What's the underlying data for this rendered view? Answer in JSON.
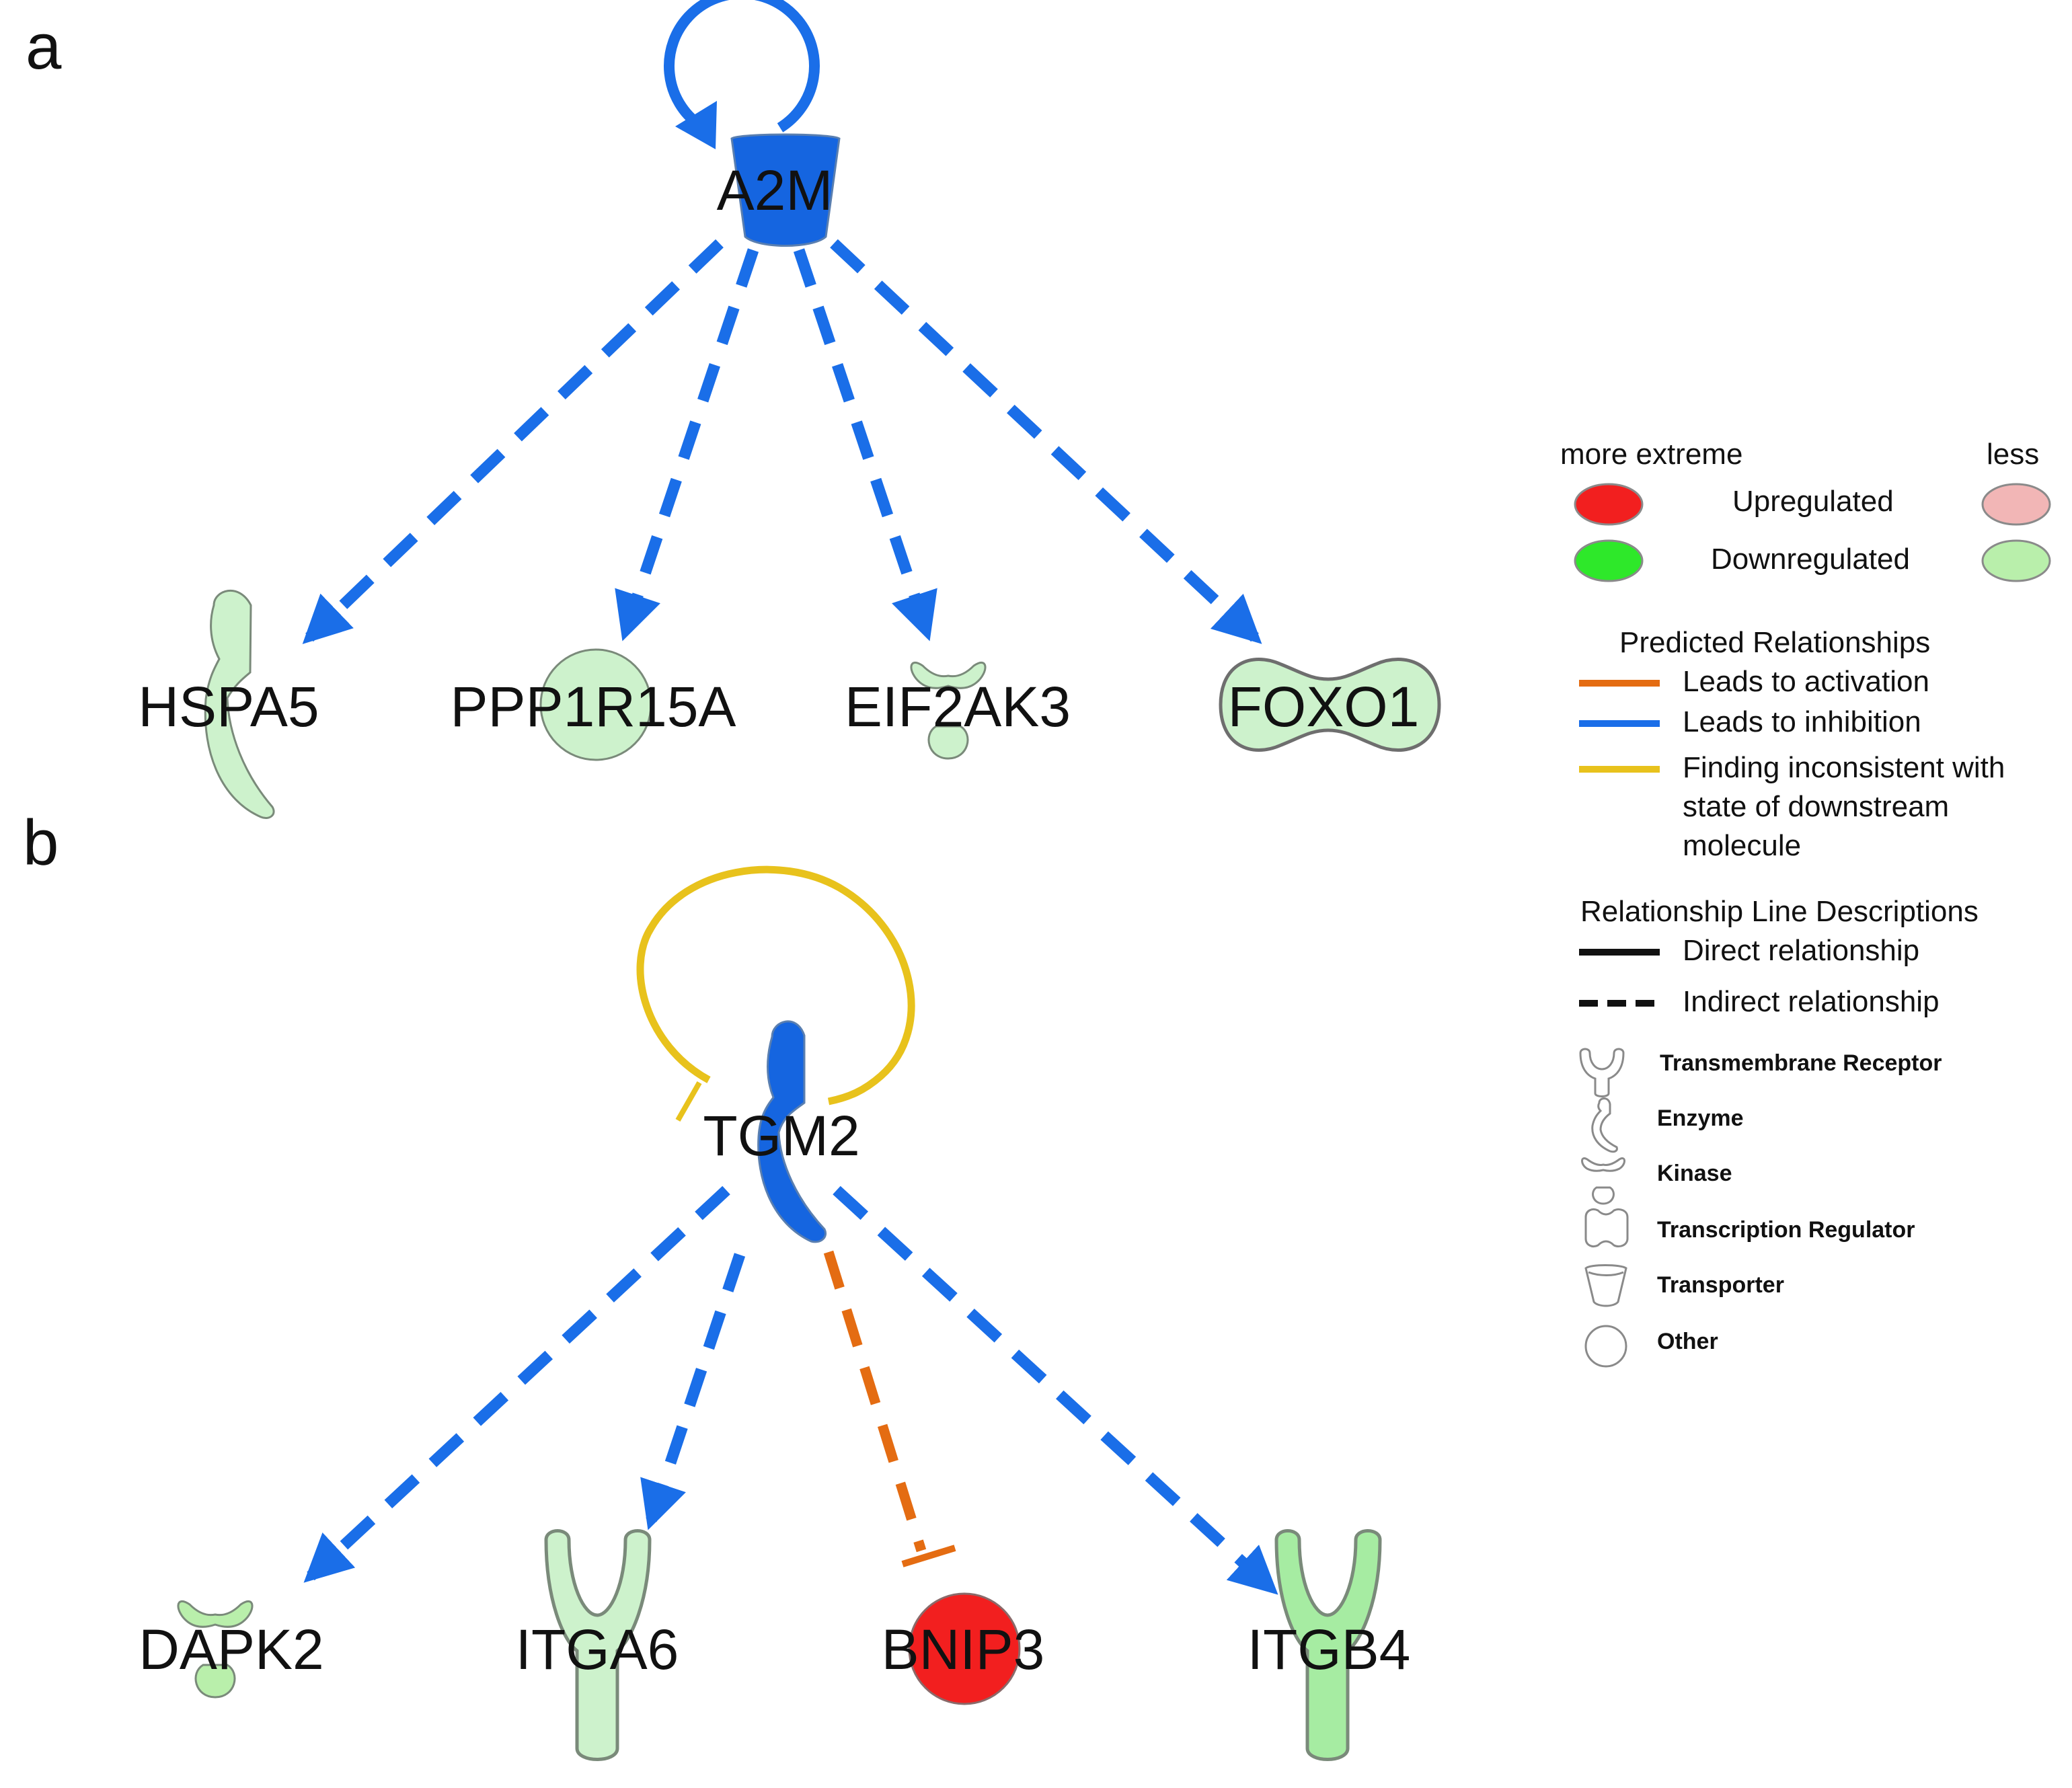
{
  "panels": [
    {
      "label": "a",
      "hub": "A2M",
      "targets": [
        "HSPA5",
        "PPP1R15A",
        "EIF2AK3",
        "FOXO1"
      ]
    },
    {
      "label": "b",
      "hub": "TGM2",
      "targets": [
        "DAPK2",
        "ITGA6",
        "BNIP3",
        "ITGB4"
      ]
    }
  ],
  "colors": {
    "hub": "#1565e0",
    "inhibition": "#1a6ee8",
    "activation": "#e46c12",
    "inconsistent": "#e8c21c",
    "up_extreme": "#f21f1f",
    "up_less": "#f2b6b6",
    "down_extreme": "#2ee82a",
    "down_less": "#b9efab",
    "node_light": "#cdf2cc",
    "node_mid": "#a6eca2"
  },
  "legend": {
    "more_extreme": "more extreme",
    "less": "less",
    "upregulated": "Upregulated",
    "downregulated": "Downregulated",
    "predicted_title": "Predicted Relationships",
    "activation": "Leads to activation",
    "inhibition": "Leads to inhibition",
    "inconsistent": [
      "Finding inconsistent with",
      "state of downstream",
      "molecule"
    ],
    "line_title": "Relationship Line Descriptions",
    "direct": "Direct relationship",
    "indirect": "Indirect relationship",
    "shapes": [
      "Transmembrane Receptor",
      "Enzyme",
      "Kinase",
      "Transcription Regulator",
      "Transporter",
      "Other"
    ]
  }
}
